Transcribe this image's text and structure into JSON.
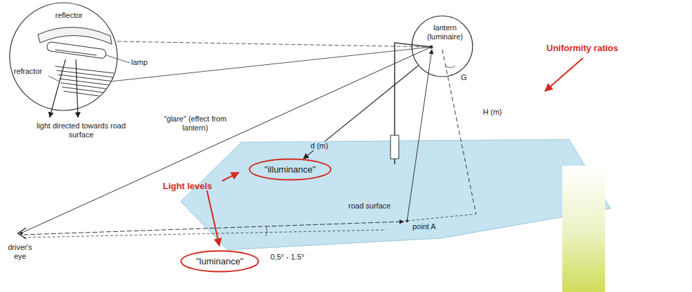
{
  "diagram": {
    "nodes": [
      {
        "text": [
          "lantern (luminaire)"
        ]
      },
      {
        "text": [
          "\"illuminance\""
        ]
      },
      {
        "text": [
          "\"luminance\""
        ]
      }
    ],
    "edges": [
      {
        "from": 0,
        "to": 1,
        "arrow": "to",
        "label": "d (m)"
      }
    ],
    "labels": [
      "reflector",
      "lamp",
      "refractor",
      "light directed towards road surface",
      "\"glare\" (effect from lantern)",
      "G",
      "H (m)",
      "Uniformity ratios",
      "Light levels",
      "road surface",
      "point A",
      "driver's eye",
      "0,5° - 1.5°"
    ]
  }
}
